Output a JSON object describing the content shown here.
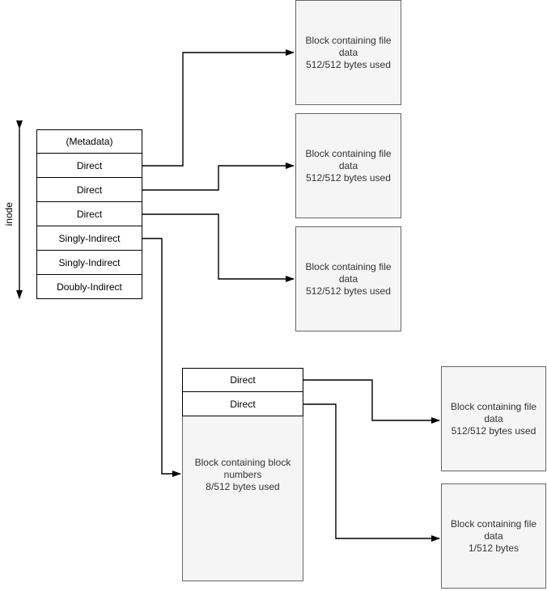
{
  "colors": {
    "block_fill": "#f5f5f5",
    "block_border": "#666666",
    "table_fill": "#ffffff",
    "table_border": "#000000",
    "connector": "#000000",
    "block_text": "#333333",
    "table_text": "#000000"
  },
  "inode": {
    "label": "inode",
    "rows": [
      "(Metadata)",
      "Direct",
      "Direct",
      "Direct",
      "Singly-Indirect",
      "Singly-Indirect",
      "Doubly-Indirect"
    ]
  },
  "blocks": {
    "file1": {
      "line1": "Block containing file data",
      "line2": "512/512 bytes used"
    },
    "file2": {
      "line1": "Block containing file data",
      "line2": "512/512 bytes used"
    },
    "file3": {
      "line1": "Block containing file data",
      "line2": "512/512 bytes used"
    },
    "file4": {
      "line1": "Block containing file data",
      "line2": "512/512 bytes used"
    },
    "file5": {
      "line1": "Block containing file data",
      "line2": "1/512 bytes"
    },
    "indirect": {
      "rows": [
        "Direct",
        "Direct"
      ],
      "line1": "Block containing block numbers",
      "line2": "8/512 bytes used"
    }
  }
}
